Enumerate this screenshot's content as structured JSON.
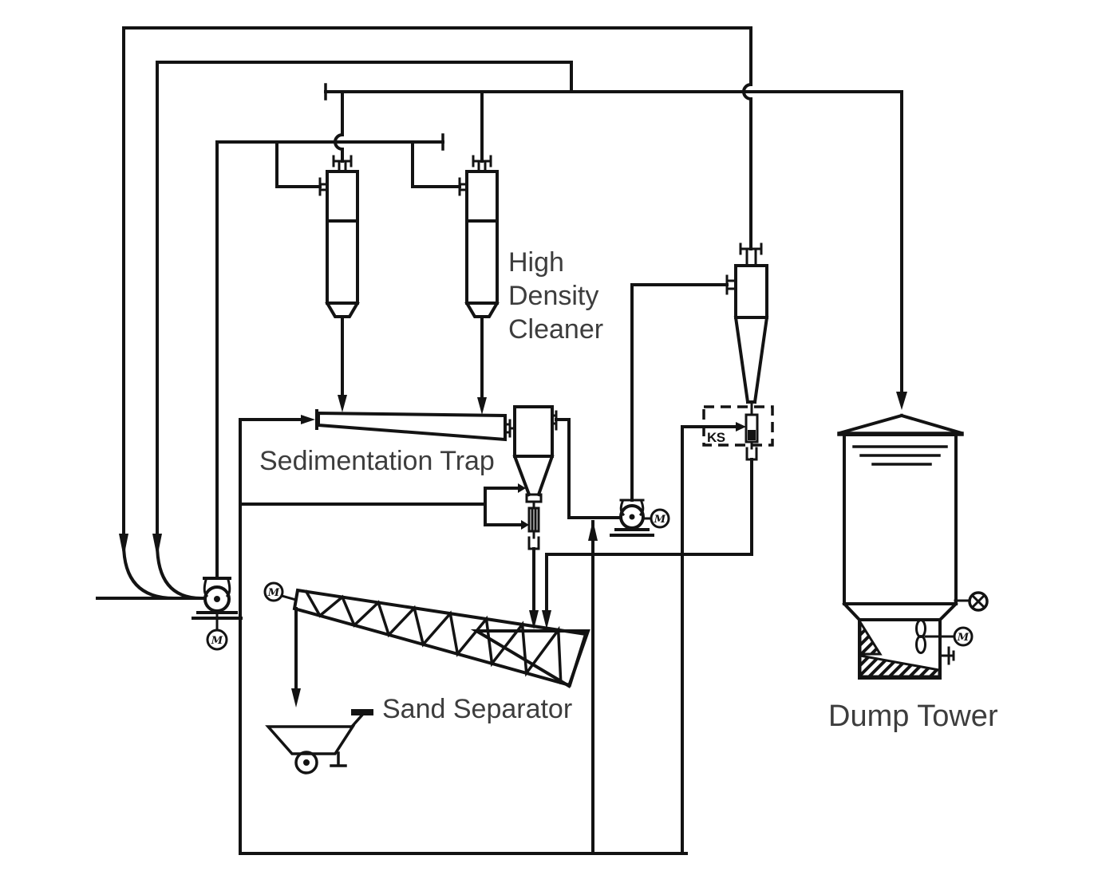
{
  "labels": {
    "high_density_cleaner": [
      "High",
      "Density",
      "Cleaner"
    ],
    "sedimentation_trap": "Sedimentation Trap",
    "sand_separator": "Sand Separator",
    "dump_tower": "Dump Tower",
    "ks": "KS",
    "motor": "M"
  },
  "colors": {
    "line": "#131313",
    "label_text": "#3d3d3d",
    "basin_blue": "#5cc4e7",
    "conveyor_pink": "#dfae9e",
    "conveyor_gray": "#c5bfc1",
    "conveyor_blue": "#79c7e2",
    "background": "#ffffff"
  }
}
